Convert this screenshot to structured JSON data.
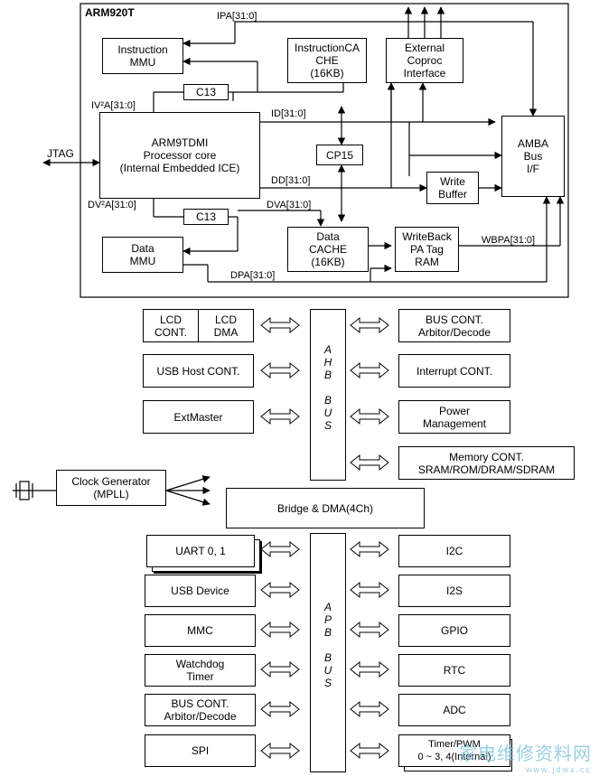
{
  "arm": {
    "title": "ARM920T",
    "instr_mmu": "Instruction\nMMU",
    "icache": "InstructionCA\nCHE\n(16KB)",
    "ext_coproc": "External\nCoproc\nInterface",
    "c13_top": "C13",
    "c13_bot": "C13",
    "core": "ARM9TDMI\nProcessor core\n(Internal Embedded ICE)",
    "cp15": "CP15",
    "amba": "AMBA\nBus\nI/F",
    "write_buffer": "Write\nBuffer",
    "data_mmu": "Data\nMMU",
    "dcache": "Data\nCACHE\n(16KB)",
    "writeback": "WriteBack\nPA Tag\nRAM"
  },
  "signals": {
    "ipa": "IPA[31:0]",
    "iva": "IV²A[31:0]",
    "id": "ID[31:0]",
    "dd": "DD[31:0]",
    "dva2": "DV²A[31:0]",
    "dva": "DVA[31:0]",
    "wbpa": "WBPA[31:0]",
    "dpa": "DPA[31:0]",
    "jtag": "JTAG"
  },
  "ahb": {
    "bus_letters": [
      "A",
      "H",
      "B",
      "",
      "B",
      "U",
      "S"
    ],
    "lcd_cont": "LCD\nCONT.",
    "lcd_dma": "LCD\nDMA",
    "usb_host": "USB Host CONT.",
    "extmaster": "ExtMaster",
    "bus_cont": "BUS CONT.\nArbitor/Decode",
    "interrupt": "Interrupt CONT.",
    "power": "Power\nManagement",
    "memory": "Memory CONT.\nSRAM/ROM/DRAM/SDRAM"
  },
  "clock": "Clock Generator\n(MPLL)",
  "bridge": "Bridge & DMA(4Ch)",
  "apb": {
    "bus_letters": [
      "A",
      "P",
      "B",
      "",
      "B",
      "U",
      "S"
    ],
    "left": [
      "UART 0, 1",
      "USB Device",
      "MMC",
      "Watchdog\nTimer",
      "BUS CONT.\nArbitor/Decode",
      "SPI"
    ],
    "right": [
      "I2C",
      "I2S",
      "GPIO",
      "RTC",
      "ADC",
      "Timer/PWM\n0 ~ 3, 4(Internal)"
    ]
  },
  "watermark": {
    "text": "家电维修资料网",
    "url": "www.jdwx.cc"
  }
}
